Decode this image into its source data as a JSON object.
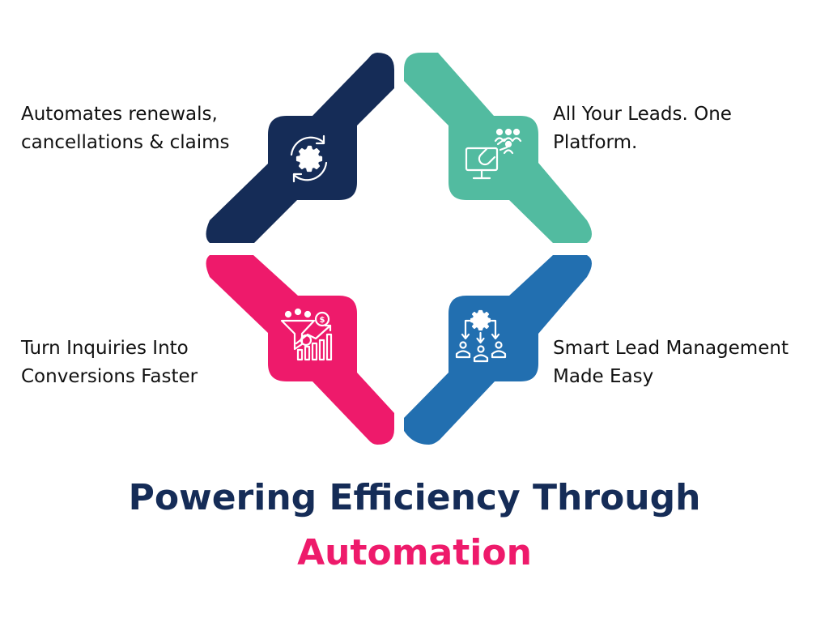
{
  "colors": {
    "navy": "#152C57",
    "teal": "#52BBA0",
    "pink": "#EE1A6B",
    "blue": "#226FB0",
    "text": "#111111",
    "icon": "#ffffff"
  },
  "segments": {
    "top_left": {
      "color": "navy",
      "icon": "gear-sync-icon",
      "lines": [
        "Automates renewals,",
        "cancellations & claims"
      ]
    },
    "top_right": {
      "color": "teal",
      "icon": "lead-magnet-icon",
      "lines": [
        "All Your Leads. One",
        "Platform."
      ]
    },
    "bottom_left": {
      "color": "pink",
      "icon": "funnel-growth-icon",
      "lines": [
        "Turn Inquiries Into",
        "Conversions Faster"
      ]
    },
    "bottom_right": {
      "color": "blue",
      "icon": "team-management-icon",
      "lines": [
        "Smart Lead Management",
        "Made Easy"
      ]
    }
  },
  "title": {
    "line1": "Powering Efficiency Through",
    "line2": "Automation",
    "line1_color": "#152C57",
    "line2_color": "#EE1A6B"
  }
}
